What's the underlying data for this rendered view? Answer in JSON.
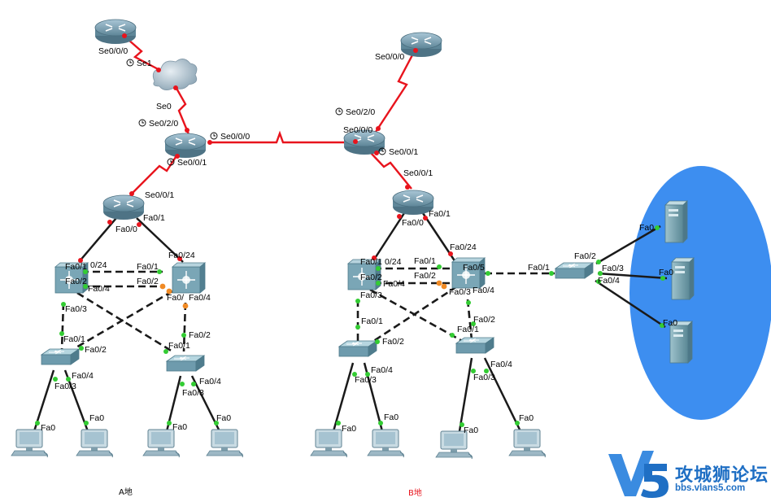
{
  "sites": {
    "a": "A地",
    "b": "B地"
  },
  "watermark": {
    "name": "攻城狮论坛",
    "url": "bbs.vlans5.com",
    "logo_text": "V5"
  },
  "colors": {
    "serial": "#e8141d",
    "ethernet": "#1a1a1a",
    "port_up": "#33cc33",
    "port_down": "#e8141d",
    "port_blocking": "#f08a24",
    "server_zone": "#3d8ef0"
  },
  "icons": {
    "router": "router-icon",
    "cloud": "cloud-icon",
    "multilayer_switch": "multilayer-switch-icon",
    "switch": "switch-icon",
    "pc": "pc-icon",
    "server": "server-icon"
  },
  "labels": {
    "r1_se000": "Se0/0/0",
    "cloud_se1": "Se1",
    "cloud_se0": "Se0",
    "r2_se020": "Se0/2/0",
    "r2_se000": "Se0/0/0",
    "r2_se001": "Se0/0/1",
    "ra_se001": "Se0/0/1",
    "ra_fa00": "Fa0/0",
    "ra_fa01": "Fa0/1",
    "mla1_fa024": "0/24",
    "mla1_fa01": "Fa0/1",
    "mla1_fa02": "Fa0/2",
    "mla1_fa04": "Fa0/4",
    "mla1_fa03": "Fa0/3",
    "mla2_fa024": "Fa0/24",
    "mla2_fa01": "Fa0/1",
    "mla2_fa02": "Fa0/2",
    "mla2_fa03": "Fa0/",
    "mla2_fa04": "Fa0/4",
    "swa1_fa01": "Fa0/1",
    "swa1_fa02": "Fa0/2",
    "swa1_fa04": "Fa0/4",
    "swa1_fa03": "Fa0/3",
    "swa2_fa02": "Fa0/2",
    "swa2_fa01": "Fa0/1",
    "swa2_fa04": "Fa0/4",
    "swa2_fa03": "Fa0/3",
    "pc_fa0": "Fa0",
    "r3_se000": "Se0/0/0",
    "r4_se020": "Se0/2/0",
    "r4_se000": "Se0/0/0",
    "r4_se001": "Se0/0/1",
    "rb_se001": "Se0/0/1",
    "rb_fa00": "Fa0/0",
    "rb_fa01": "Fa0/1",
    "mlb1_fa01": "Fa0/1",
    "mlb1_fa024": "0/24",
    "mlb1_fa02": "Fa0/2",
    "mlb1_fa04": "Fa0/4",
    "mlb1_fa03": "Fa0/3",
    "mlb2_fa024": "Fa0/24",
    "mlb2_fa01": "Fa0/1",
    "mlb2_fa02": "Fa0/2",
    "mlb2_fa05": "Fa0/5",
    "mlb2_fa03": "Fa0/3",
    "mlb2_fa04": "Fa0/4",
    "swb1_fa01": "Fa0/1",
    "swb1_fa02": "Fa0/2",
    "swb1_fa04": "Fa0/4",
    "swb1_fa03": "Fa0/3",
    "swb2_fa02": "Fa0/2",
    "swb2_fa01": "Fa0/1",
    "swb2_fa04": "Fa0/4",
    "swb2_fa03": "Fa0/3",
    "sws_fa01": "Fa0/1",
    "sws_fa02": "Fa0/2",
    "sws_fa03": "Fa0/3",
    "sws_fa04": "Fa0/4",
    "srv_fa0": "Fa0"
  }
}
